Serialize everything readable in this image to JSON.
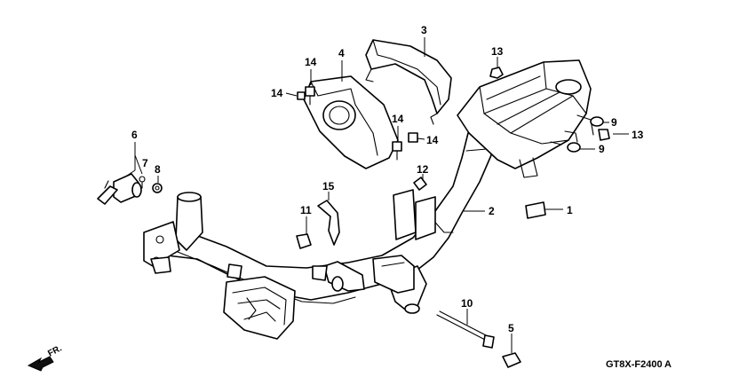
{
  "diagram": {
    "drawing_code": "GT8X-F2400",
    "drawing_suffix": "A",
    "direction_label": "FR.",
    "callouts": [
      {
        "id": "c1",
        "text": "1"
      },
      {
        "id": "c2",
        "text": "2"
      },
      {
        "id": "c3",
        "text": "3"
      },
      {
        "id": "c4",
        "text": "4"
      },
      {
        "id": "c5",
        "text": "5"
      },
      {
        "id": "c6",
        "text": "6"
      },
      {
        "id": "c7",
        "text": "7"
      },
      {
        "id": "c8",
        "text": "8"
      },
      {
        "id": "c9a",
        "text": "9"
      },
      {
        "id": "c9b",
        "text": "9"
      },
      {
        "id": "c10",
        "text": "10"
      },
      {
        "id": "c11",
        "text": "11"
      },
      {
        "id": "c12",
        "text": "12"
      },
      {
        "id": "c13a",
        "text": "13"
      },
      {
        "id": "c13b",
        "text": "13"
      },
      {
        "id": "c14a",
        "text": "14"
      },
      {
        "id": "c14b",
        "text": "14"
      },
      {
        "id": "c14c",
        "text": "14"
      },
      {
        "id": "c14d",
        "text": "14"
      },
      {
        "id": "c15",
        "text": "15"
      }
    ]
  }
}
